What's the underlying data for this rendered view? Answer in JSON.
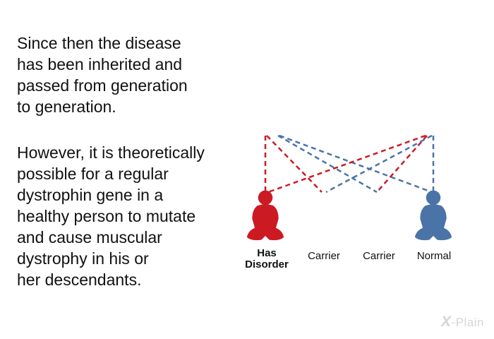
{
  "text": {
    "paragraph_1": "Since then the disease\nhas been inherited and\npassed from generation\nto generation.",
    "paragraph_2": "However, it is theoretically\npossible for a regular\ndystrophin gene in a\nhealthy person to mutate\nand cause muscular\ndystrophy in his or\nher descendants."
  },
  "children": [
    {
      "label_line1": "Has",
      "label_line2": "Disorder",
      "status": "affected"
    },
    {
      "label": "Carrier",
      "status": "carrier"
    },
    {
      "label": "Carrier",
      "status": "carrier"
    },
    {
      "label": "Normal",
      "status": "normal"
    }
  ],
  "logo": {
    "mark": "X",
    "text": "-Plain"
  },
  "colors": {
    "affected_red": "#cc1a23",
    "normal_blue": "#4a74a8",
    "text": "#111111",
    "logo_gray": "#d5d5d5"
  }
}
